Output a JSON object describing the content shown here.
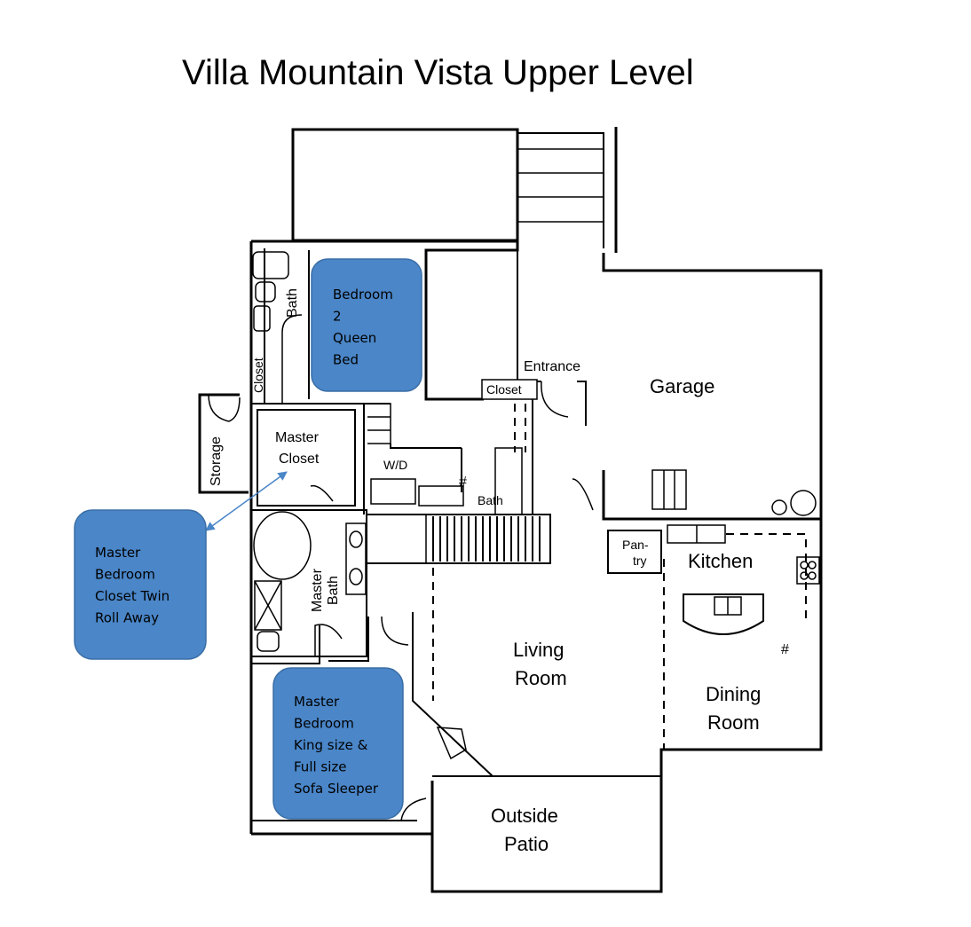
{
  "title": "Villa Mountain Vista Upper Level",
  "rooms": {
    "bath_upper": "Bath",
    "closet_upper": "Closet",
    "storage": "Storage",
    "master_closet_1": "Master",
    "master_closet_2": "Closet",
    "wd": "W/D",
    "hash_1": "#",
    "hash_2": "#",
    "bath_center": "Bath",
    "closet_entry": "Closet",
    "entrance": "Entrance",
    "garage": "Garage",
    "pantry_1": "Pan-",
    "pantry_2": "try",
    "kitchen": "Kitchen",
    "master_bath_1": "Master",
    "master_bath_2": "Bath",
    "living_1": "Living",
    "living_2": "Room",
    "dining_1": "Dining",
    "dining_2": "Room",
    "patio_1": "Outside",
    "patio_2": "Patio"
  },
  "notes": {
    "bedroom2": [
      "Bedroom",
      "2",
      "Queen",
      "Bed"
    ],
    "master_closet_note": [
      "Master",
      "Bedroom",
      "Closet Twin",
      "Roll Away"
    ],
    "master_bedroom": [
      "Master",
      "Bedroom",
      "King size &",
      "Full size",
      "Sofa Sleeper"
    ]
  },
  "colors": {
    "note_fill": "#4a86c8",
    "arrow": "#4a86c8"
  }
}
